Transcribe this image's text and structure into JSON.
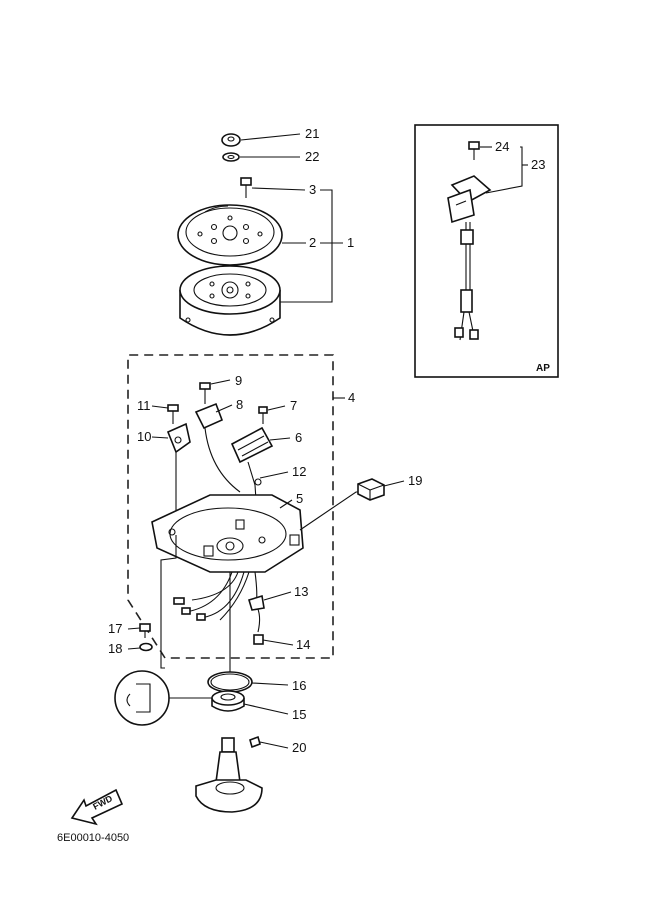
{
  "diagram": {
    "callouts": {
      "n1": "1",
      "n2": "2",
      "n3": "3",
      "n4": "4",
      "n5": "5",
      "n6": "6",
      "n7": "7",
      "n8": "8",
      "n9": "9",
      "n10": "10",
      "n11": "11",
      "n12": "12",
      "n13": "13",
      "n14": "14",
      "n15": "15",
      "n16": "16",
      "n17": "17",
      "n18": "18",
      "n19": "19",
      "n20": "20",
      "n21": "21",
      "n22": "22",
      "n23": "23",
      "n24": "24"
    },
    "inset_label": "AP",
    "fwd_label": "FWD",
    "drawing_code": "6E00010-4050"
  }
}
